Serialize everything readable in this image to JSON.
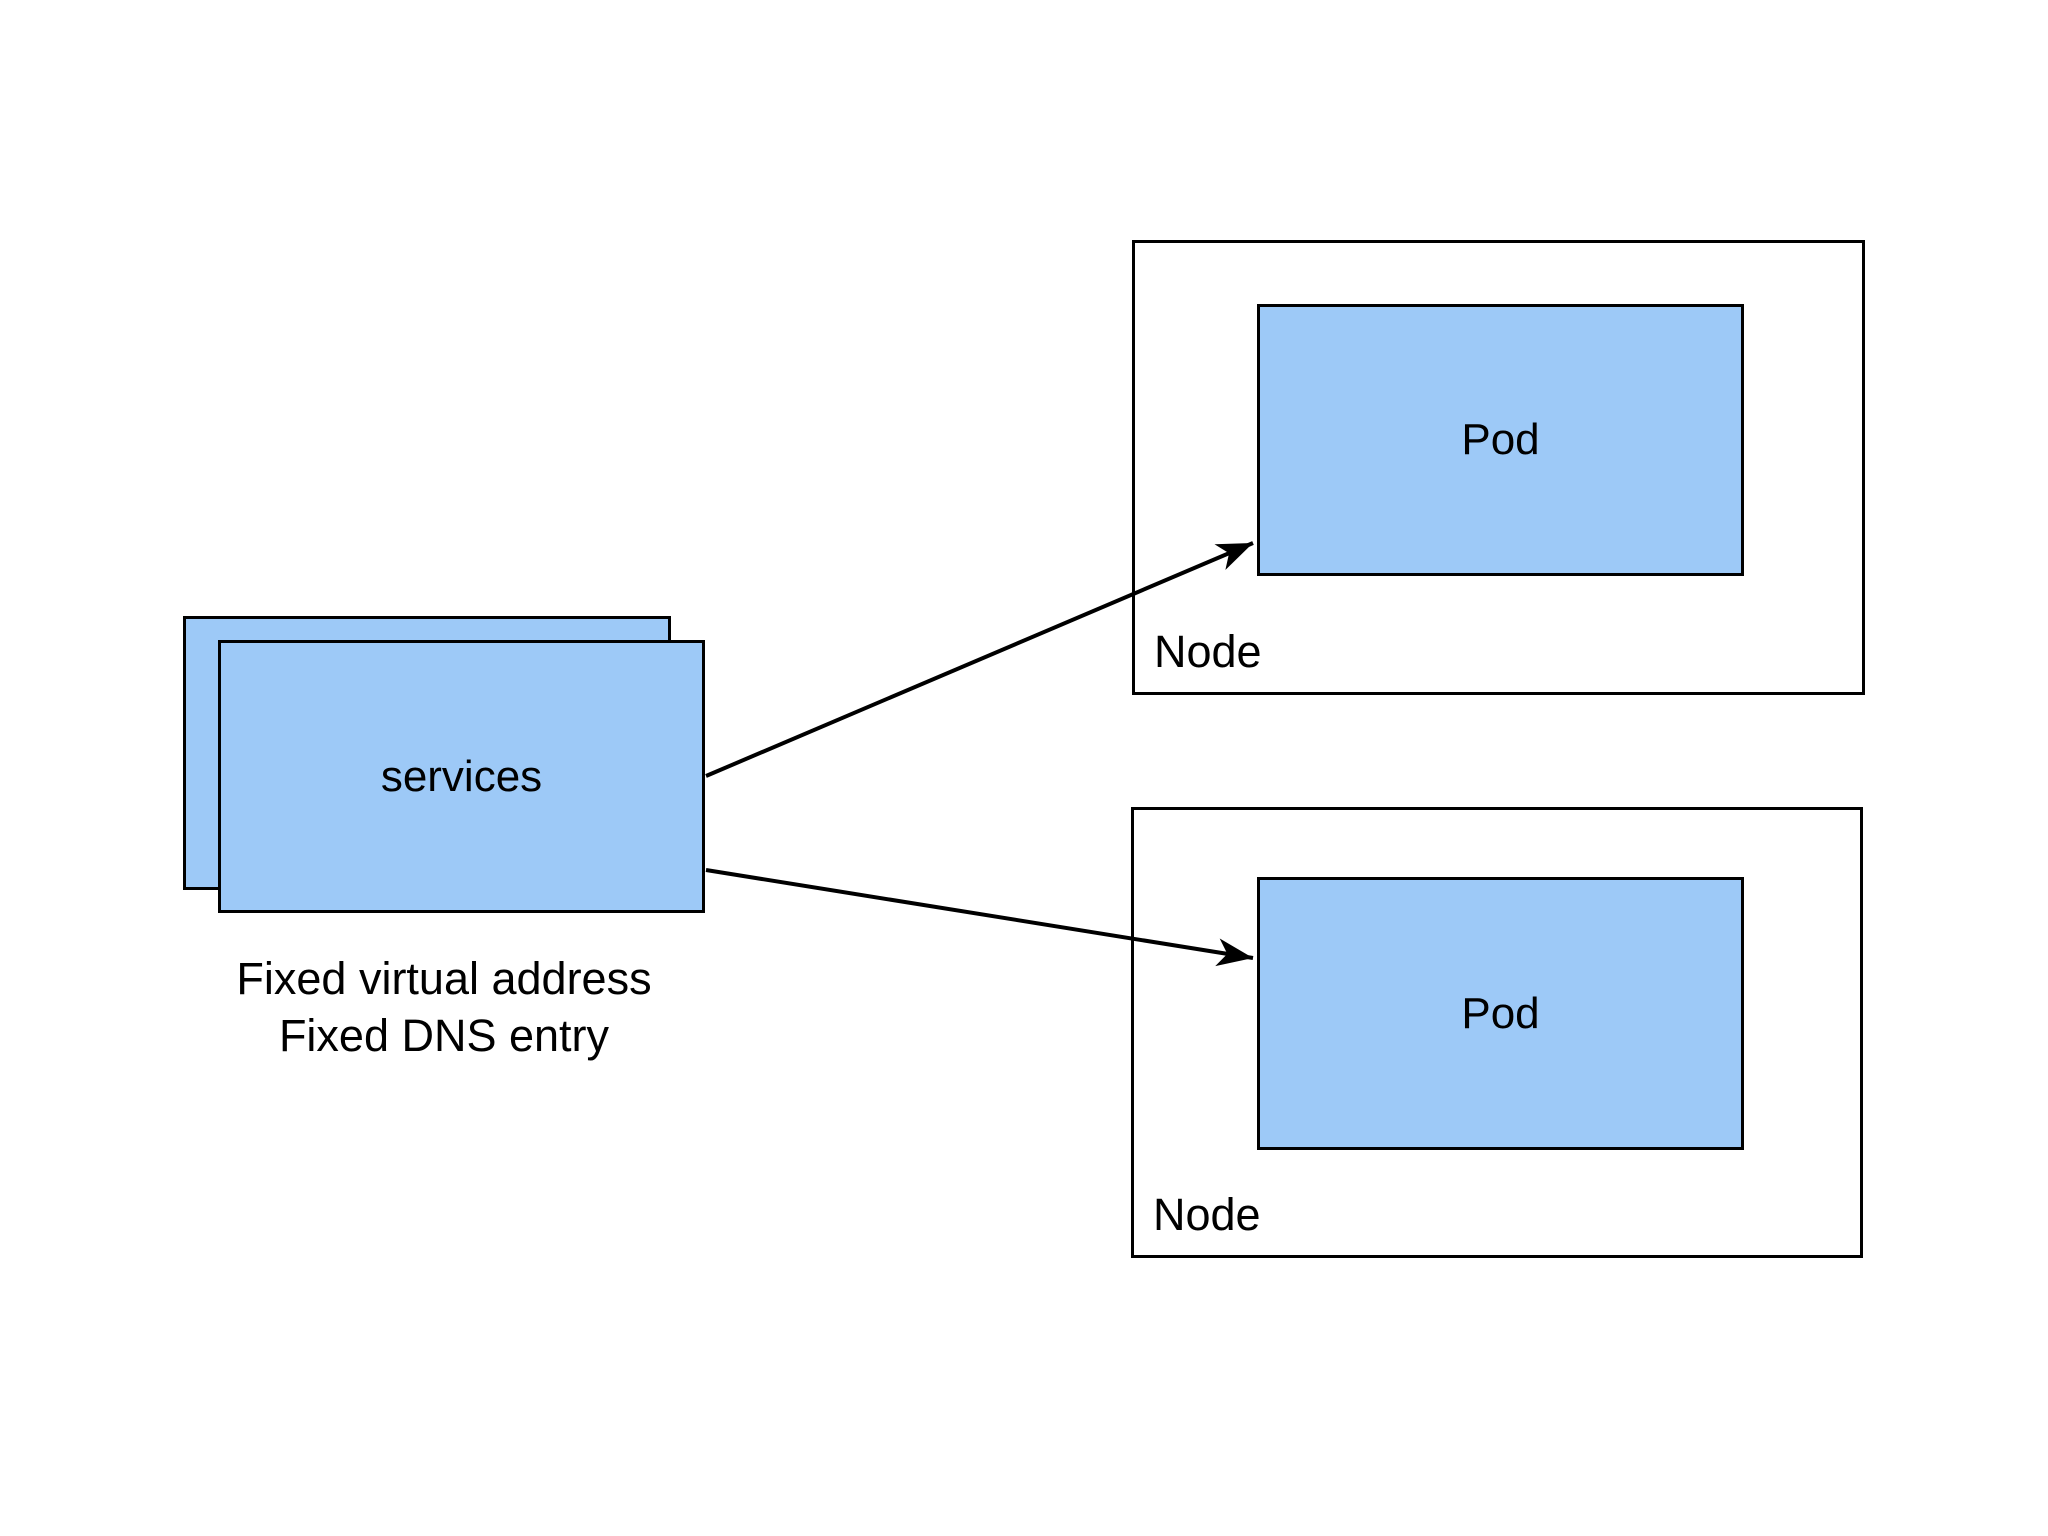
{
  "canvas": {
    "background": "#ffffff"
  },
  "colors": {
    "box_fill": "#9DC9F7",
    "box_border": "#000000",
    "arrow": "#000000",
    "text": "#000000"
  },
  "services": {
    "label": "services",
    "caption_line1": "Fixed virtual address",
    "caption_line2": "Fixed DNS entry"
  },
  "nodes": [
    {
      "label": "Node",
      "pod": {
        "label": "Pod"
      }
    },
    {
      "label": "Node",
      "pod": {
        "label": "Pod"
      }
    }
  ]
}
